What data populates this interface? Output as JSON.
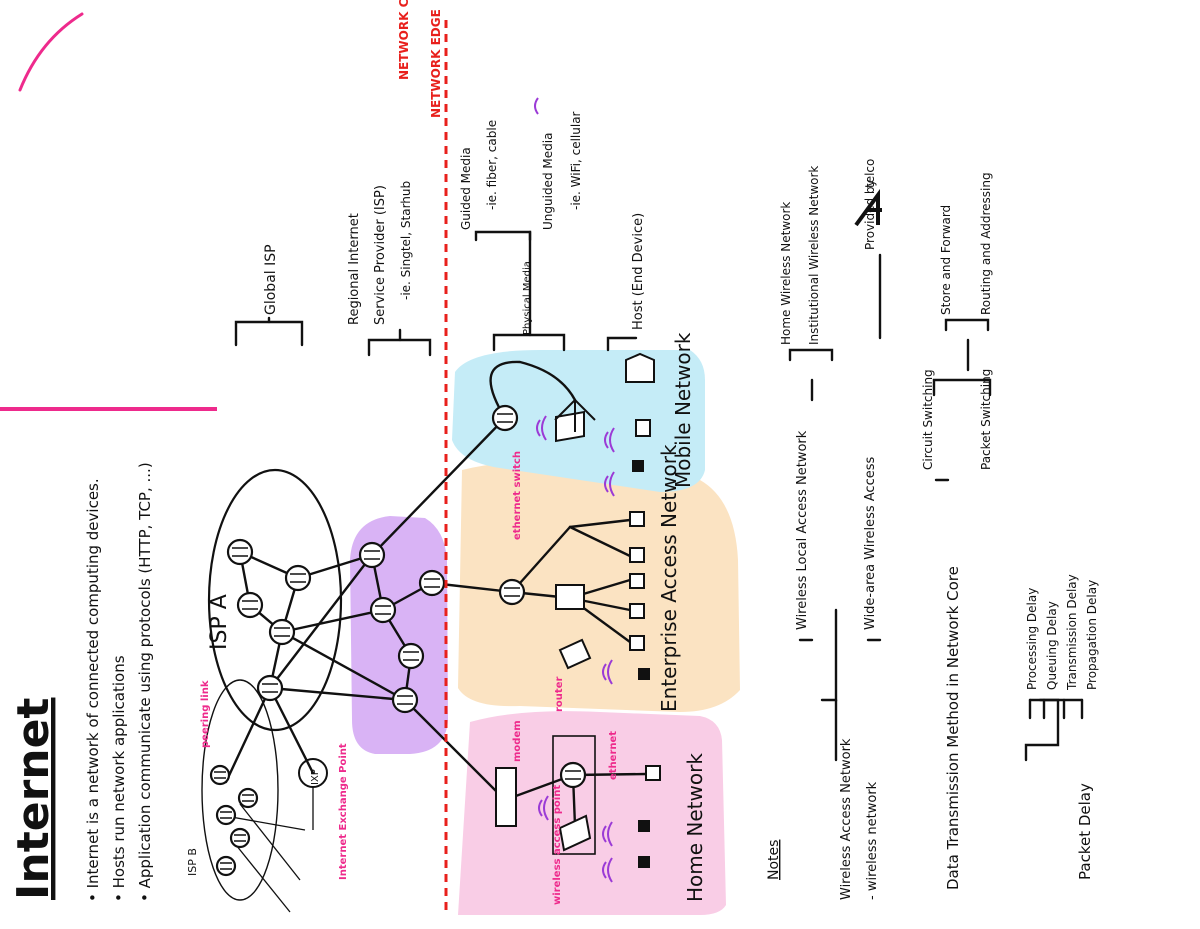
{
  "title": "Internet",
  "bullets": [
    "• Internet is a network of connected computing devices.",
    "• Hosts run network applications",
    "• Application communicate using protocols (HTTP, TCP, ...)"
  ],
  "zones": {
    "core": "NETWORK CORE",
    "edge": "NETWORK EDGE"
  },
  "isp_a_label": "ISP A",
  "isp_b_label": "ISP B",
  "ixp_label": "IXP",
  "network_labels": {
    "home": "Home Network",
    "enterprise": "Enterprise Access Network",
    "mobile": "Mobile Network"
  },
  "annotations": {
    "peering_link": "peering link",
    "ixp_note": "Internet Exchange Point",
    "modem": "modem",
    "router": "router",
    "ethernet": "ethernet",
    "wap": "wireless access point",
    "ethernet_switch": "ethernet switch"
  },
  "hierarchy": {
    "global_isp": "Global ISP",
    "regional_line1": "Regional Internet",
    "regional_line2": "Service Provider (ISP)",
    "regional_line3": "-ie. Singtel, Starhub",
    "physical_media": "Physical Media",
    "guided": "Guided Media",
    "guided_eg": "-ie. fiber, cable",
    "unguided": "Unguided Media",
    "unguided_eg": "-ie. WiFi, cellular",
    "host": "Host (End Device)"
  },
  "notes": {
    "heading": "Notes",
    "wan_line1": "Wireless Access Network",
    "wan_line2": "- wireless network",
    "wlan": "Wireless Local Access Network",
    "home_wn": "Home Wireless Network",
    "inst_wn": "Institutional Wireless Network",
    "wide_area": "Wide-area Wireless Access",
    "provided_by": "Provided by",
    "telco": "telco",
    "data_tx": "Data Transmission Method in Network Core",
    "circuit": "Circuit Switching",
    "packet": "Packet Switching",
    "store_fwd": "Store and Forward",
    "routing": "Routing and Addressing",
    "packet_delay": "Packet Delay",
    "processing": "Processing Delay",
    "queuing": "Queuing Delay",
    "transmission": "Transmission Delay",
    "propagation": "Propagation Delay"
  },
  "colors": {
    "pink_annotation": "#ee2a8c",
    "red_divider": "#e8201c",
    "purple_core": "#d9b3f5",
    "home_bg": "#f9cde6",
    "enterprise_bg": "#fbe3c2",
    "mobile_bg": "#c5ecf7",
    "wifi_purple": "#9b3bd6"
  }
}
